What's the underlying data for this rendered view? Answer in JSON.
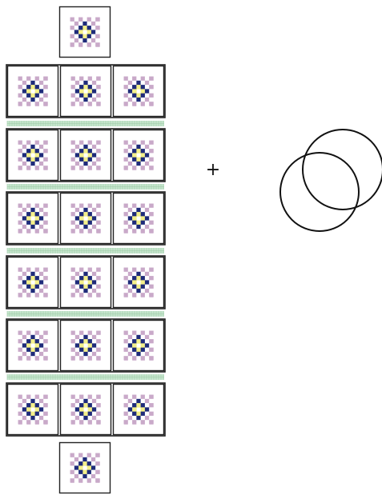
{
  "diagram": {
    "operator_symbol": "+",
    "square_rows": [
      {
        "kind": "single",
        "count": 1
      },
      {
        "kind": "triple",
        "count": 3
      },
      {
        "kind": "triple",
        "count": 3
      },
      {
        "kind": "triple",
        "count": 3
      },
      {
        "kind": "triple",
        "count": 3
      },
      {
        "kind": "triple",
        "count": 3
      },
      {
        "kind": "triple",
        "count": 3
      },
      {
        "kind": "single",
        "count": 1
      }
    ],
    "joining_strips": 5,
    "circle_count": 2,
    "granny_square_pattern": [
      "00000000000",
      "01212121210",
      "02444444420",
      "01433533410",
      "02435653420",
      "01456065410",
      "02435653420",
      "01433533410",
      "02444444420",
      "01212121210",
      "00000000000"
    ],
    "colors": {
      "outline": "#222222",
      "border_green": "#1e6b4e",
      "ground": "#ffffff",
      "lavender": "#c9a9c9",
      "navy": "#1f2b7a",
      "yellow": "#f4f08a",
      "strip": "#c8e6cf",
      "strip_line": "#9ccaa6",
      "circle_stroke": "#111111"
    }
  }
}
